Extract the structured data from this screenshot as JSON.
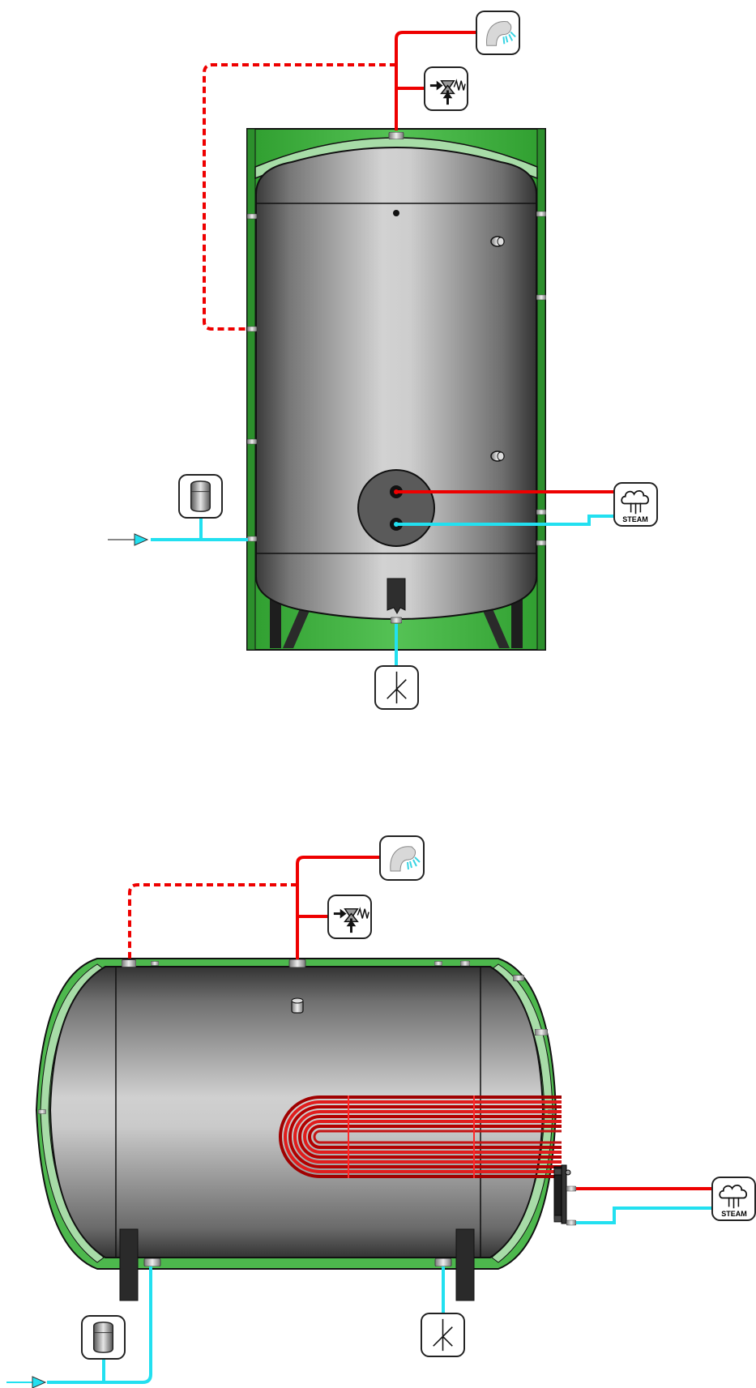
{
  "diagrams": [
    {
      "orientation": "vertical",
      "labels": {
        "steam": "STEAM"
      },
      "icons": [
        "shower-icon",
        "safety-valve-icon",
        "expansion-vessel-icon",
        "steam-icon",
        "drain-icon",
        "cold-inlet-arrow-icon"
      ],
      "pipes": {
        "hot": "#ee0000",
        "cold": "#22e0f0"
      }
    },
    {
      "orientation": "horizontal",
      "labels": {
        "steam": "STEAM"
      },
      "icons": [
        "shower-icon",
        "safety-valve-icon",
        "expansion-vessel-icon",
        "steam-icon",
        "drain-icon",
        "cold-inlet-arrow-icon"
      ],
      "pipes": {
        "hot": "#ee0000",
        "cold": "#22e0f0"
      },
      "heat_exchanger": {
        "color": "#d01010"
      }
    }
  ],
  "colors": {
    "insulation": "#3db33d",
    "insulation_light": "#9bd69b",
    "tank_dark": "#4a4a4a",
    "tank_light": "#cfcfcf"
  }
}
